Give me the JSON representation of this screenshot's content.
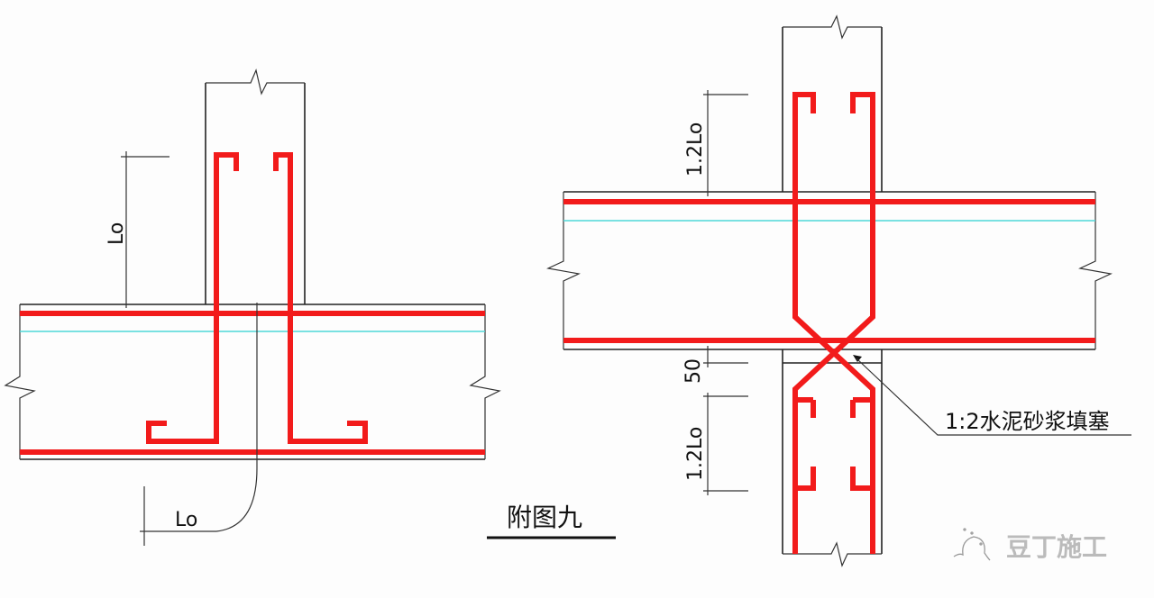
{
  "left_figure": {
    "anchorage_label_vertical": "Lo",
    "anchorage_label_bottom": "Lo"
  },
  "title": "附图九",
  "right_figure": {
    "anchorage_label_top": "1.2Lo",
    "gap_label": "50",
    "anchorage_label_bottom": "1.2Lo",
    "callout": "1:2水泥砂浆填塞"
  },
  "watermark": "豆丁施工",
  "colors": {
    "rebar": "#f21b1b",
    "line": "#222222",
    "centerline": "#4fd8d8"
  }
}
